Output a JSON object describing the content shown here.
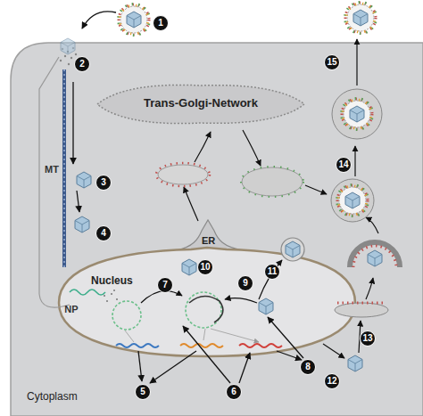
{
  "diagram": {
    "nodes": [
      {
        "text": [
          "Cytoplasm"
        ]
      },
      {
        "text": [
          "Trans-Golgi-Network"
        ],
        "in": 0
      },
      {
        "text": [
          "ER"
        ],
        "in": 0
      },
      {
        "text": [
          "Nucleus"
        ],
        "in": 0
      }
    ],
    "edges": [],
    "labels": [
      "1",
      "2",
      "3",
      "4",
      "5",
      "6",
      "7",
      "8",
      "9",
      "10",
      "11",
      "12",
      "13",
      "14",
      "15",
      "MT",
      "NP"
    ]
  }
}
